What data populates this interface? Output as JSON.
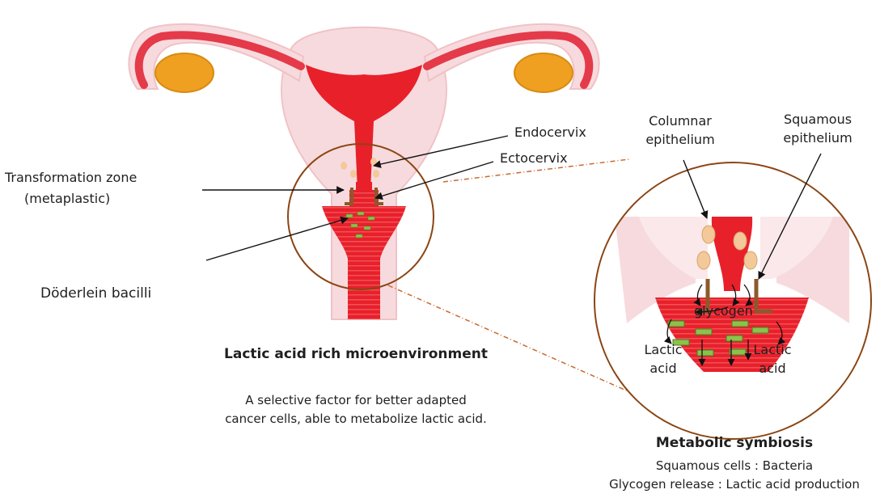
{
  "labels": {
    "endocervix": "Endocervix",
    "ectocervix": "Ectocervix",
    "transformation_zone_line1": "Transformation zone",
    "transformation_zone_line2": "(metaplastic)",
    "doderlein": "Döderlein bacilli",
    "columnar_line1": "Columnar",
    "columnar_line2": "epithelium",
    "squamous_line1": "Squamous",
    "squamous_line2": "epithelium",
    "glycogen": "glycogen",
    "lactic_acid_left_line1": "Lactic",
    "lactic_acid_left_line2": "acid",
    "lactic_acid_right_line1": "Lactic",
    "lactic_acid_right_line2": "acid"
  },
  "captions": {
    "microenvironment_title": "Lactic acid rich microenvironment",
    "microenvironment_line1": "A selective factor for better adapted",
    "microenvironment_line2": "cancer cells, able to metabolize lactic acid.",
    "symbiosis_title": "Metabolic symbiosis",
    "symbiosis_line1": "Squamous cells : Bacteria",
    "symbiosis_line2": "Glycogen release : Lactic acid production"
  },
  "colors": {
    "tissue_red": "#e8202a",
    "tissue_pink": "#f6d3d6",
    "tube_red": "#e43a4a",
    "ovary_orange": "#f0a020",
    "circle_brown": "#8b4513",
    "bacilli_green": "#8bc34a",
    "cell_beige": "#f3c99a"
  }
}
